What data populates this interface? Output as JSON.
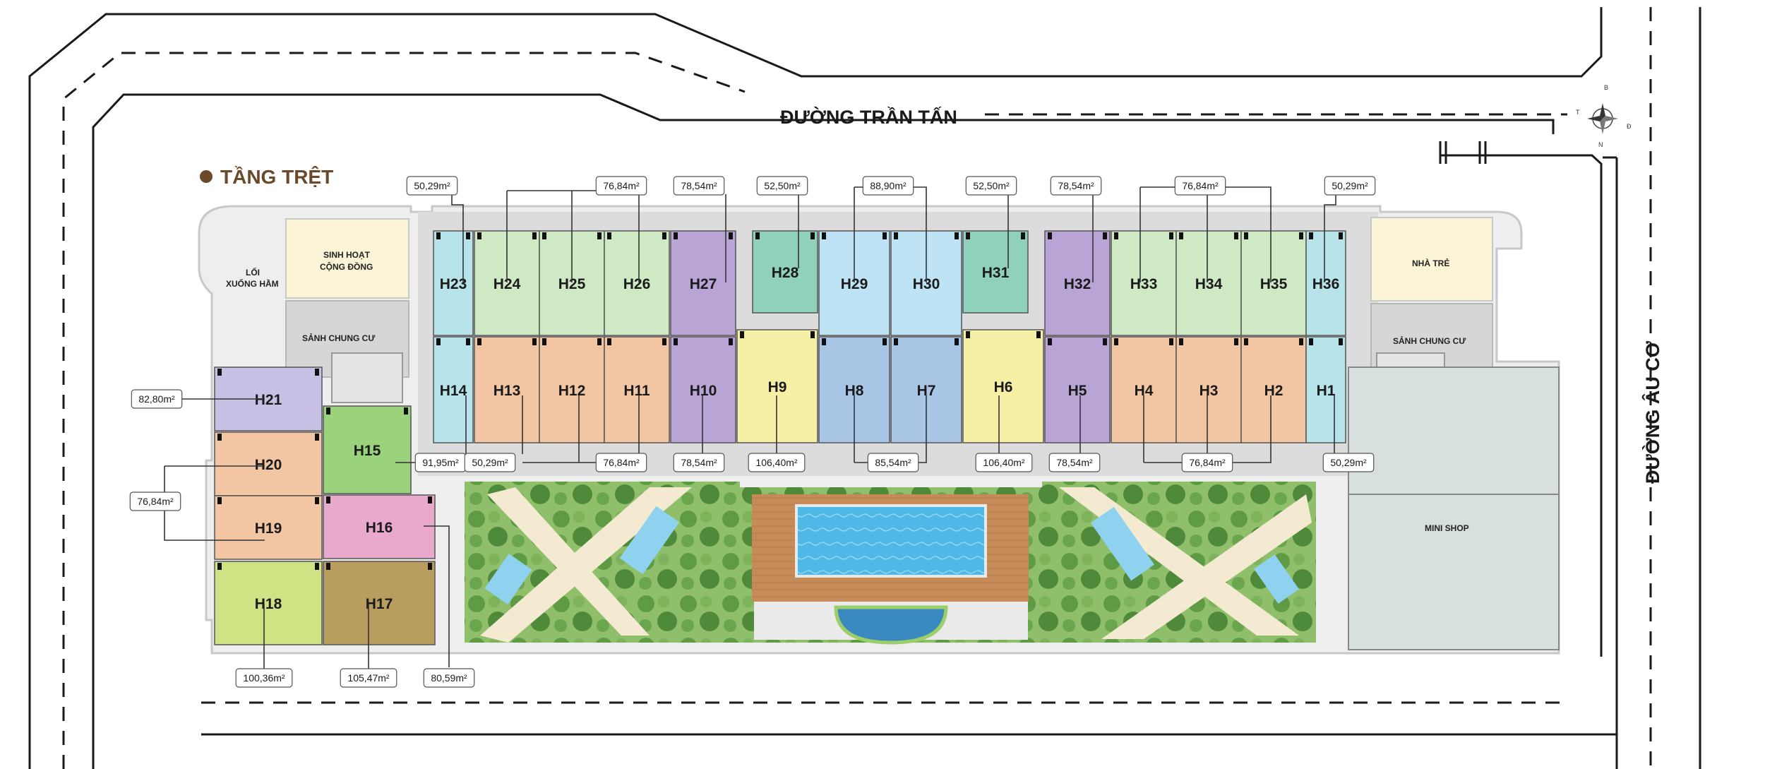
{
  "floor": {
    "title": "TẦNG TRỆT",
    "accent_color": "#6b4a2b"
  },
  "streets": {
    "top": "ĐƯỜNG TRẦN TẤN",
    "right": "ĐƯỜNG ÂU CƠ"
  },
  "compass": {
    "north": "B",
    "south": "N",
    "east": "Đ",
    "west": "T"
  },
  "amenities": {
    "community_line1": "SINH HOẠT",
    "community_line2": "CỘNG ĐỒNG",
    "basement_line1": "LỐI",
    "basement_line2": "XUỐNG HẦM",
    "lobby_left": "SẢNH CHUNG CƯ",
    "lobby_right": "SẢNH CHUNG CƯ",
    "nursery": "NHÀ TRẺ",
    "mini_shop": "MINI SHOP"
  },
  "colors": {
    "cyan": "#b7e3ea",
    "green_light": "#cfe9c5",
    "purple": "#b9a4d6",
    "teal": "#8fd1bb",
    "sky": "#bde3f5",
    "orange": "#f2c6a3",
    "yellow": "#f6f0a6",
    "blue": "#a9c5e6",
    "lavender": "#c9c0e6",
    "green": "#9ad37c",
    "pink": "#e9a9cc",
    "lime": "#cfe385",
    "olive": "#b99d5e",
    "road": "#1a1a1a",
    "building_outline": "#d8d8d8"
  },
  "units": [
    {
      "id": "H23",
      "color": "cyan"
    },
    {
      "id": "H24",
      "color": "green_light"
    },
    {
      "id": "H25",
      "color": "green_light"
    },
    {
      "id": "H26",
      "color": "green_light"
    },
    {
      "id": "H27",
      "color": "purple"
    },
    {
      "id": "H28",
      "color": "teal"
    },
    {
      "id": "H29",
      "color": "sky"
    },
    {
      "id": "H30",
      "color": "sky"
    },
    {
      "id": "H31",
      "color": "teal"
    },
    {
      "id": "H32",
      "color": "purple"
    },
    {
      "id": "H33",
      "color": "green_light"
    },
    {
      "id": "H34",
      "color": "green_light"
    },
    {
      "id": "H35",
      "color": "green_light"
    },
    {
      "id": "H36",
      "color": "cyan"
    },
    {
      "id": "H14",
      "color": "cyan"
    },
    {
      "id": "H13",
      "color": "orange"
    },
    {
      "id": "H12",
      "color": "orange"
    },
    {
      "id": "H11",
      "color": "orange"
    },
    {
      "id": "H10",
      "color": "purple"
    },
    {
      "id": "H9",
      "color": "yellow"
    },
    {
      "id": "H8",
      "color": "blue"
    },
    {
      "id": "H7",
      "color": "blue"
    },
    {
      "id": "H6",
      "color": "yellow"
    },
    {
      "id": "H5",
      "color": "purple"
    },
    {
      "id": "H4",
      "color": "orange"
    },
    {
      "id": "H3",
      "color": "orange"
    },
    {
      "id": "H2",
      "color": "orange"
    },
    {
      "id": "H1",
      "color": "cyan"
    },
    {
      "id": "H21",
      "color": "lavender"
    },
    {
      "id": "H20",
      "color": "orange"
    },
    {
      "id": "H19",
      "color": "orange"
    },
    {
      "id": "H15",
      "color": "green"
    },
    {
      "id": "H16",
      "color": "pink"
    },
    {
      "id": "H18",
      "color": "lime"
    },
    {
      "id": "H17",
      "color": "olive"
    }
  ],
  "area_labels": [
    {
      "text": "50,29m²",
      "unit": "H23"
    },
    {
      "text": "76,84m²",
      "unit": "H24-H26"
    },
    {
      "text": "78,54m²",
      "unit": "H27"
    },
    {
      "text": "52,50m²",
      "unit": "H28"
    },
    {
      "text": "88,90m²",
      "unit": "H29-H30"
    },
    {
      "text": "52,50m²",
      "unit": "H31"
    },
    {
      "text": "78,54m²",
      "unit": "H32"
    },
    {
      "text": "76,84m²",
      "unit": "H33-H35"
    },
    {
      "text": "50,29m²",
      "unit": "H36"
    },
    {
      "text": "91,95m²",
      "unit": "H15"
    },
    {
      "text": "50,29m²",
      "unit": "H14"
    },
    {
      "text": "76,84m²",
      "unit": "H11-H13"
    },
    {
      "text": "78,54m²",
      "unit": "H10"
    },
    {
      "text": "106,40m²",
      "unit": "H9"
    },
    {
      "text": "85,54m²",
      "unit": "H7-H8"
    },
    {
      "text": "106,40m²",
      "unit": "H6"
    },
    {
      "text": "78,54m²",
      "unit": "H5"
    },
    {
      "text": "76,84m²",
      "unit": "H2-H4"
    },
    {
      "text": "50,29m²",
      "unit": "H1"
    },
    {
      "text": "82,80m²",
      "unit": "H21"
    },
    {
      "text": "76,84m²",
      "unit": "H19-H20"
    },
    {
      "text": "100,36m²",
      "unit": "H18"
    },
    {
      "text": "105,47m²",
      "unit": "H17"
    },
    {
      "text": "80,59m²",
      "unit": "H16"
    }
  ]
}
